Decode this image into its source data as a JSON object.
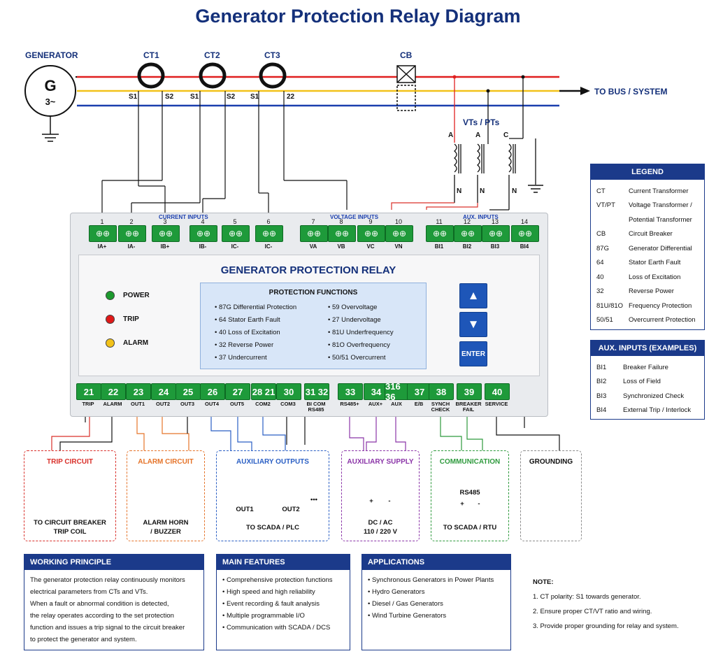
{
  "title": "Generator Protection Relay Diagram",
  "generator": {
    "label": "GENERATOR",
    "symbol": "G",
    "phase": "3~"
  },
  "cts": [
    {
      "label": "CT1",
      "s1": "S1",
      "s2": "S2"
    },
    {
      "label": "CT2",
      "s1": "S1",
      "s2": "S2"
    },
    {
      "label": "CT3",
      "s1": "S1",
      "s2": "22"
    }
  ],
  "cb": "CB",
  "to_bus": "TO BUS / SYSTEM",
  "vts": {
    "label": "VTs / PTs",
    "phases": [
      "A",
      "A",
      "C"
    ],
    "neutral": [
      "N",
      "N",
      "N"
    ]
  },
  "relay": {
    "title": "GENERATOR PROTECTION RELAY",
    "groups": {
      "current": "CURRENT INPUTS",
      "voltage": "VOLTAGE INPUTS",
      "aux": "AUX. INPUTS"
    },
    "top_terminals": [
      {
        "num": "1",
        "label": "IA+"
      },
      {
        "num": "2",
        "label": "IA-"
      },
      {
        "num": "3",
        "label": "IB+"
      },
      {
        "num": "4",
        "label": "IB-"
      },
      {
        "num": "5",
        "label": "IC-"
      },
      {
        "num": "6",
        "label": "IC-"
      },
      {
        "num": "7",
        "label": "VA"
      },
      {
        "num": "8",
        "label": "VB"
      },
      {
        "num": "9",
        "label": "VC"
      },
      {
        "num": "10",
        "label": "VN"
      },
      {
        "num": "11",
        "label": "BI1"
      },
      {
        "num": "12",
        "label": "BI2"
      },
      {
        "num": "13",
        "label": "BI3"
      },
      {
        "num": "14",
        "label": "BI4"
      }
    ],
    "bottom_terminals": [
      {
        "num": "21",
        "label": "TRIP"
      },
      {
        "num": "22",
        "label": "ALARM"
      },
      {
        "num": "23",
        "label": "OUT1"
      },
      {
        "num": "24",
        "label": "OUT2"
      },
      {
        "num": "25",
        "label": "OUT3"
      },
      {
        "num": "26",
        "label": "OUT4"
      },
      {
        "num": "27",
        "label": "OUT5"
      },
      {
        "num": "28 21",
        "label": "COM2"
      },
      {
        "num": "30",
        "label": "COM3"
      },
      {
        "num": "31 32",
        "label": "BI COM RS485"
      },
      {
        "num": "33",
        "label": "RS485+"
      },
      {
        "num": "34",
        "label": "AUX+"
      },
      {
        "num": "316 36",
        "label": "AUX"
      },
      {
        "num": "37",
        "label": "E/B"
      },
      {
        "num": "38",
        "label": "SYNCH CHECK"
      },
      {
        "num": "39",
        "label": "BREAKER FAIL"
      },
      {
        "num": "40",
        "label": "SERVICE"
      }
    ],
    "leds": [
      {
        "label": "POWER",
        "color": "#1d9a2e"
      },
      {
        "label": "TRIP",
        "color": "#e01818"
      },
      {
        "label": "ALARM",
        "color": "#f2c21a"
      }
    ],
    "protection_title": "PROTECTION FUNCTIONS",
    "protection_left": [
      "87G Differential Protection",
      "64 Stator Earth Fault",
      "40 Loss of Excitation",
      "32 Reverse Power",
      "37 Undercurrent"
    ],
    "protection_right": [
      "59 Overvoltage",
      "27 Undervoltage",
      "81U Underfrequency",
      "81O Overfrequency",
      "50/51 Overcurrent"
    ],
    "buttons": {
      "up": "▲",
      "down": "▼",
      "enter": "ENTER"
    }
  },
  "circuits": [
    {
      "title": "TRIP CIRCUIT",
      "color": "#d9302a",
      "caption1": "TO CIRCUIT BREAKER",
      "caption2": "TRIP COIL"
    },
    {
      "title": "ALARM CIRCUIT",
      "color": "#e5742a",
      "caption1": "ALARM HORN",
      "caption2": "/ BUZZER"
    },
    {
      "title": "AUXILIARY OUTPUTS",
      "color": "#2a5fc4",
      "out1": "OUT1",
      "out2": "OUT2",
      "dots": "•••",
      "caption1": "TO SCADA / PLC"
    },
    {
      "title": "AUXILIARY SUPPLY",
      "color": "#8b35a8",
      "plus": "+",
      "minus": "-",
      "caption1": "DC / AC",
      "caption2": "110 / 220 V"
    },
    {
      "title": "COMMUNICATION",
      "color": "#2e9a3d",
      "rs": "RS485",
      "plus": "+",
      "minus": "-",
      "caption1": "TO SCADA / RTU"
    },
    {
      "title": "GROUNDING",
      "color": "#8c8c8c"
    }
  ],
  "legend": {
    "title": "LEGEND",
    "items": [
      {
        "k": "CT",
        "v": "Current Transformer"
      },
      {
        "k": "VT/PT",
        "v": "Voltage Transformer /"
      },
      {
        "k": "",
        "v": "Potential Transformer"
      },
      {
        "k": "CB",
        "v": "Circuit Breaker"
      },
      {
        "k": "87G",
        "v": "Generator Differential"
      },
      {
        "k": "64",
        "v": "Stator Earth Fault"
      },
      {
        "k": "40",
        "v": "Loss of Excitation"
      },
      {
        "k": "32",
        "v": "Reverse Power"
      },
      {
        "k": "81U/81O",
        "v": "Frequency Protection"
      },
      {
        "k": "50/51",
        "v": "Overcurrent Protection"
      }
    ]
  },
  "aux_inputs": {
    "title": "AUX. INPUTS (EXAMPLES)",
    "items": [
      {
        "k": "BI1",
        "v": "Breaker Failure"
      },
      {
        "k": "BI2",
        "v": "Loss of Field"
      },
      {
        "k": "BI3",
        "v": "Synchronized Check"
      },
      {
        "k": "BI4",
        "v": "External Trip / Interlock"
      }
    ]
  },
  "working": {
    "title": "WORKING PRINCIPLE",
    "lines": [
      "The generator protection relay continuously monitors",
      "electrical parameters from CTs and VTs.",
      "When a fault or abnormal condition is detected,",
      "the relay operates according to the set protection",
      "function and issues a trip signal to the circuit breaker",
      "to protect the generator and system."
    ]
  },
  "features": {
    "title": "MAIN FEATURES",
    "items": [
      "Comprehensive protection functions",
      "High speed and high reliability",
      "Event recording & fault analysis",
      "Multiple programmable I/O",
      "Communication with SCADA / DCS"
    ]
  },
  "applications": {
    "title": "APPLICATIONS",
    "items": [
      "Synchronous Generators in Power Plants",
      "Hydro Generators",
      "Diesel / Gas Generators",
      "Wind Turbine Generators"
    ]
  },
  "note": {
    "title": "NOTE:",
    "items": [
      "1. CT polarity: S1 towards generator.",
      "2. Ensure proper CT/VT ratio and wiring.",
      "3. Provide proper grounding for relay and system."
    ]
  },
  "colors": {
    "phase_a": "#e01f1f",
    "phase_b": "#f2c21a",
    "phase_c": "#1b3fae",
    "brand": "#14307a",
    "terminal": "#1e9a3a"
  }
}
